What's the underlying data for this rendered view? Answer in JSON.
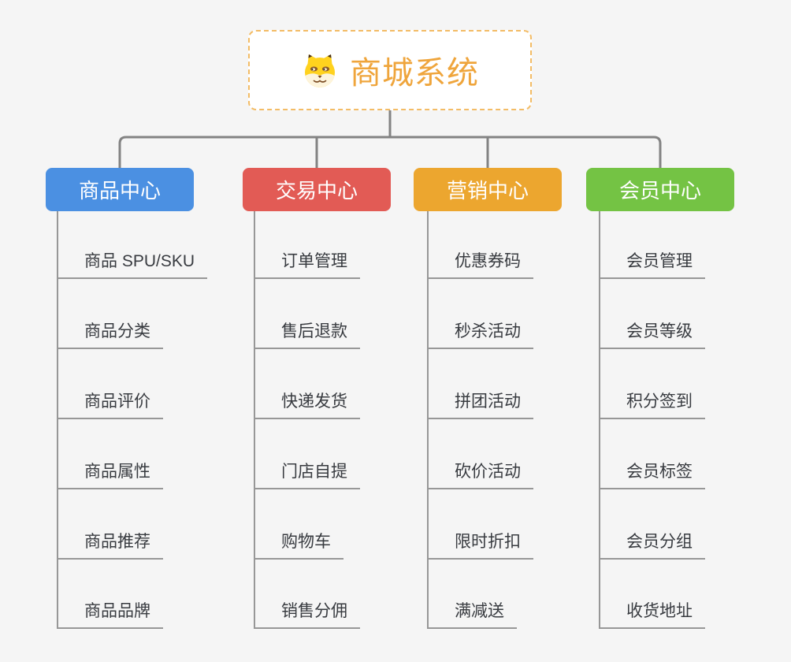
{
  "background_color": "#F5F5F5",
  "connector_color": "#838383",
  "spine_color": "#979797",
  "root": {
    "title": "商城系统",
    "icon": "doge-icon",
    "text_color": "#EFA53C",
    "border_color": "#F3BC66",
    "background": "#FFFFFF"
  },
  "branches": [
    {
      "label": "商品中心",
      "color": "#4B90E2",
      "items": [
        "商品 SPU/SKU",
        "商品分类",
        "商品评价",
        "商品属性",
        "商品推荐",
        "商品品牌"
      ]
    },
    {
      "label": "交易中心",
      "color": "#E25B55",
      "items": [
        "订单管理",
        "售后退款",
        "快递发货",
        "门店自提",
        "购物车",
        "销售分佣"
      ]
    },
    {
      "label": "营销中心",
      "color": "#ECA62F",
      "items": [
        "优惠券码",
        "秒杀活动",
        "拼团活动",
        "砍价活动",
        "限时折扣",
        "满减送"
      ]
    },
    {
      "label": "会员中心",
      "color": "#74C344",
      "items": [
        "会员管理",
        "会员等级",
        "积分签到",
        "会员标签",
        "会员分组",
        "收货地址"
      ]
    }
  ]
}
